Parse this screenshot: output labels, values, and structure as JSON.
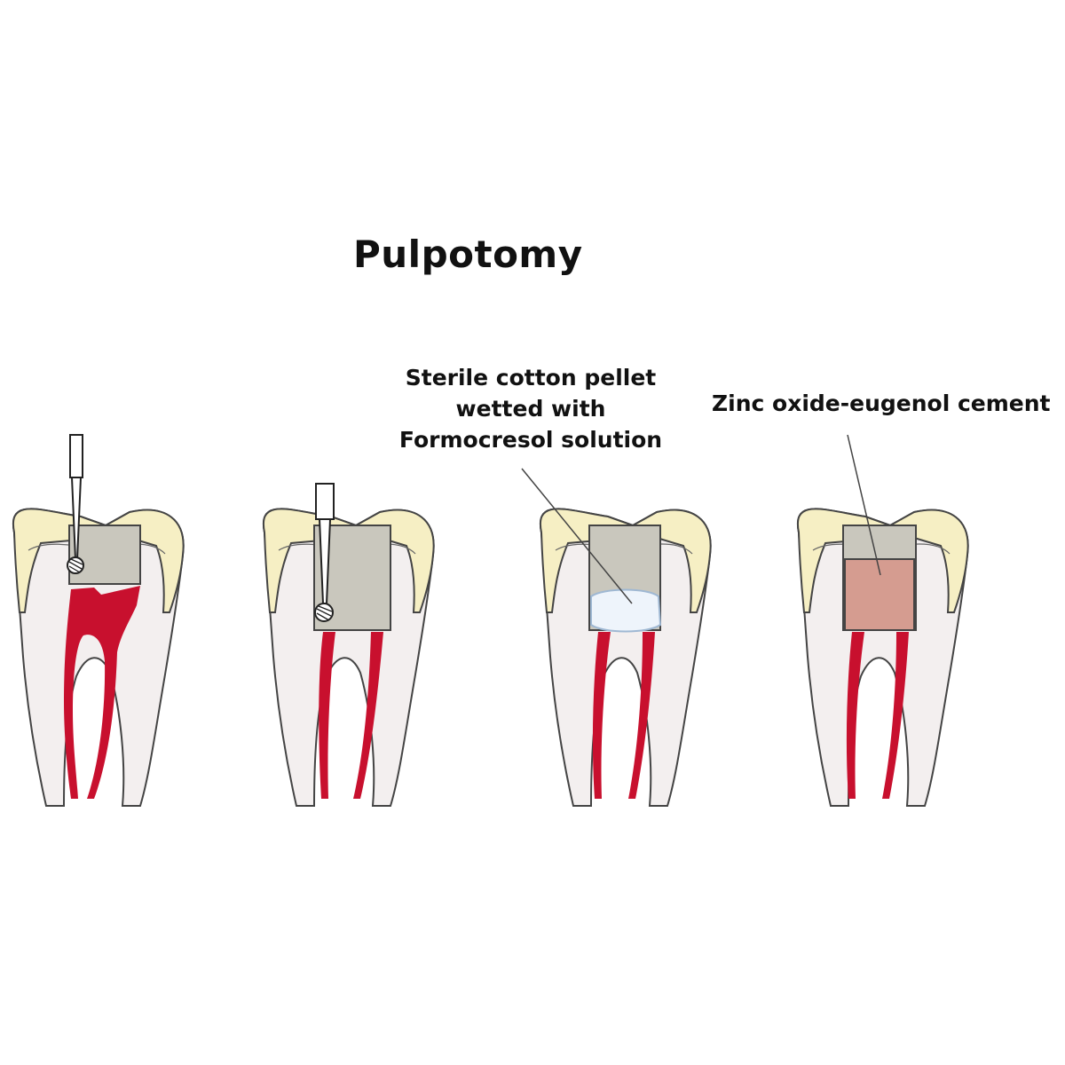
{
  "title": "Pulpotomy",
  "labels": {
    "cotton_line1": "Sterile cotton pellet",
    "cotton_line2": "wetted with",
    "cotton_line3": "Formocresol solution",
    "zoe": "Zinc oxide-eugenol cement"
  },
  "colors": {
    "enamel": "#f6efc4",
    "dentin": "#f3efef",
    "outline": "#444444",
    "pulp": "#c8102e",
    "cavity": "#c9c7bd",
    "cotton": "#eef4fb",
    "cement": "#d59c90"
  }
}
